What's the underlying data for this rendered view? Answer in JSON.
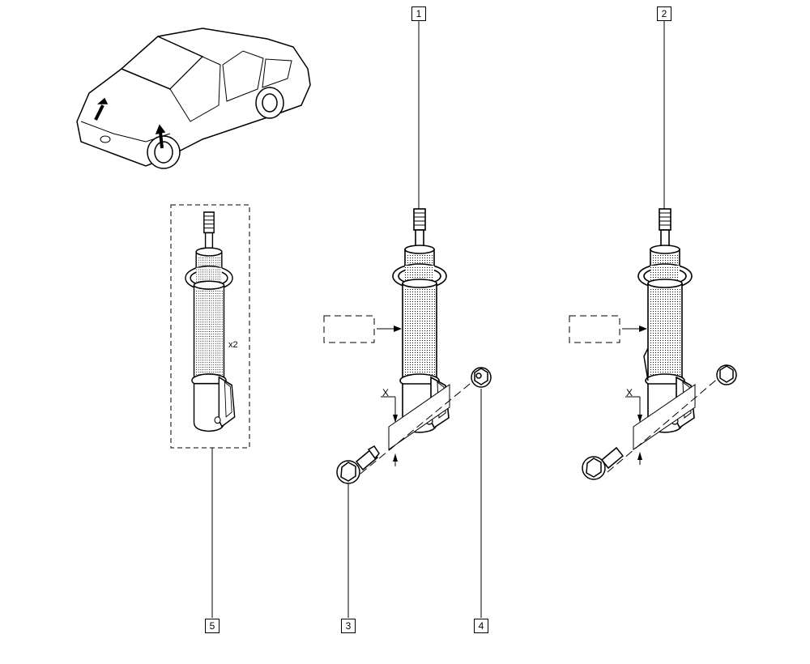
{
  "callouts": [
    {
      "id": "1",
      "label": "1"
    },
    {
      "id": "2",
      "label": "2"
    },
    {
      "id": "3",
      "label": "3"
    },
    {
      "id": "4",
      "label": "4"
    },
    {
      "id": "5",
      "label": "5"
    }
  ],
  "annotations": {
    "quantity": "x2",
    "section_left": "X",
    "section_right": "X"
  },
  "colors": {
    "line": "#000000",
    "background": "#ffffff"
  }
}
